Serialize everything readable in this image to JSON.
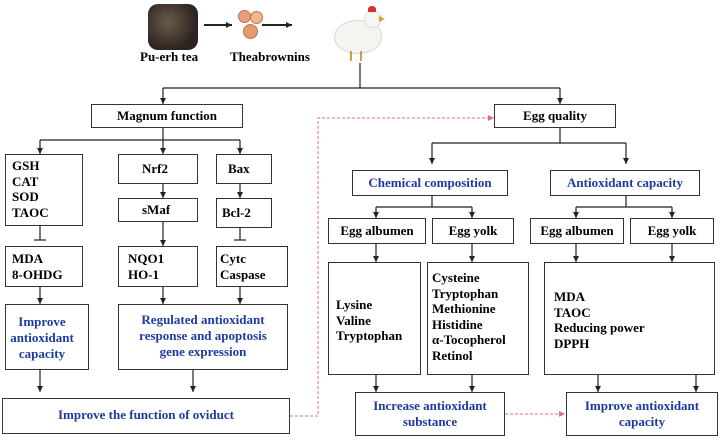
{
  "colors": {
    "up_arrow": "#e02020",
    "down_arrow": "#4a7a1e",
    "accent_text": "#1f3a9e",
    "dashed_connector": "#e07070",
    "line": "#222222"
  },
  "top": {
    "source_label": "Pu-erh tea",
    "compound_label": "Theabrownins",
    "animal_icon": "hen-icon",
    "tea_icon": "tea-cake-icon",
    "compound_icon": "molecule-icon"
  },
  "magnum": {
    "title": "Magnum function",
    "col1": {
      "items": [
        {
          "label": "GSH",
          "dir": "up"
        },
        {
          "label": "CAT",
          "dir": "up"
        },
        {
          "label": "SOD",
          "dir": "up"
        },
        {
          "label": "TAOC",
          "dir": "up"
        }
      ],
      "items2": [
        {
          "label": "MDA",
          "dir": "down"
        },
        {
          "label": "8-OHDG",
          "dir": "down"
        }
      ],
      "result": "Improve antioxidant capacity"
    },
    "col2": {
      "nrf2": "Nrf2",
      "smaf": "sMaf",
      "items2": [
        {
          "label": "NQO1",
          "dir": "up"
        },
        {
          "label": "HO-1",
          "dir": "up"
        }
      ],
      "result": "Regulated antioxidant response and apoptosis gene expression"
    },
    "col3": {
      "bax": "Bax",
      "bcl2": "Bcl-2",
      "items2": [
        {
          "label": "Cytc",
          "dir": "down"
        },
        {
          "label": "Caspase",
          "dir": "down"
        }
      ]
    },
    "final": "Improve the function of oviduct"
  },
  "egg": {
    "title": "Egg quality",
    "chem": {
      "title": "Chemical composition",
      "albumen": "Egg albumen",
      "yolk": "Egg yolk",
      "albumen_items": [
        {
          "label": "Lysine",
          "dir": "up"
        },
        {
          "label": "Valine",
          "dir": "up"
        },
        {
          "label": "Tryptophan",
          "dir": "up"
        }
      ],
      "yolk_items": [
        {
          "label": "Cysteine",
          "dir": "up"
        },
        {
          "label": "Tryptophan",
          "dir": "up"
        },
        {
          "label": "Methionine",
          "dir": "up"
        },
        {
          "label": "Histidine",
          "dir": "up"
        },
        {
          "label": "α-Tocopherol",
          "dir": "up"
        },
        {
          "label": "Retinol",
          "dir": "up"
        }
      ],
      "result": "Increase antioxidant substance"
    },
    "anti": {
      "title": "Antioxidant capacity",
      "albumen": "Egg albumen",
      "yolk": "Egg yolk",
      "items": [
        {
          "label": "MDA",
          "dir": "down"
        },
        {
          "label": "TAOC",
          "dir": "up"
        },
        {
          "label": "Reducing power",
          "dir": "up"
        },
        {
          "label": "DPPH",
          "dir": "up"
        }
      ],
      "result": "Improve antioxidant capacity"
    }
  }
}
